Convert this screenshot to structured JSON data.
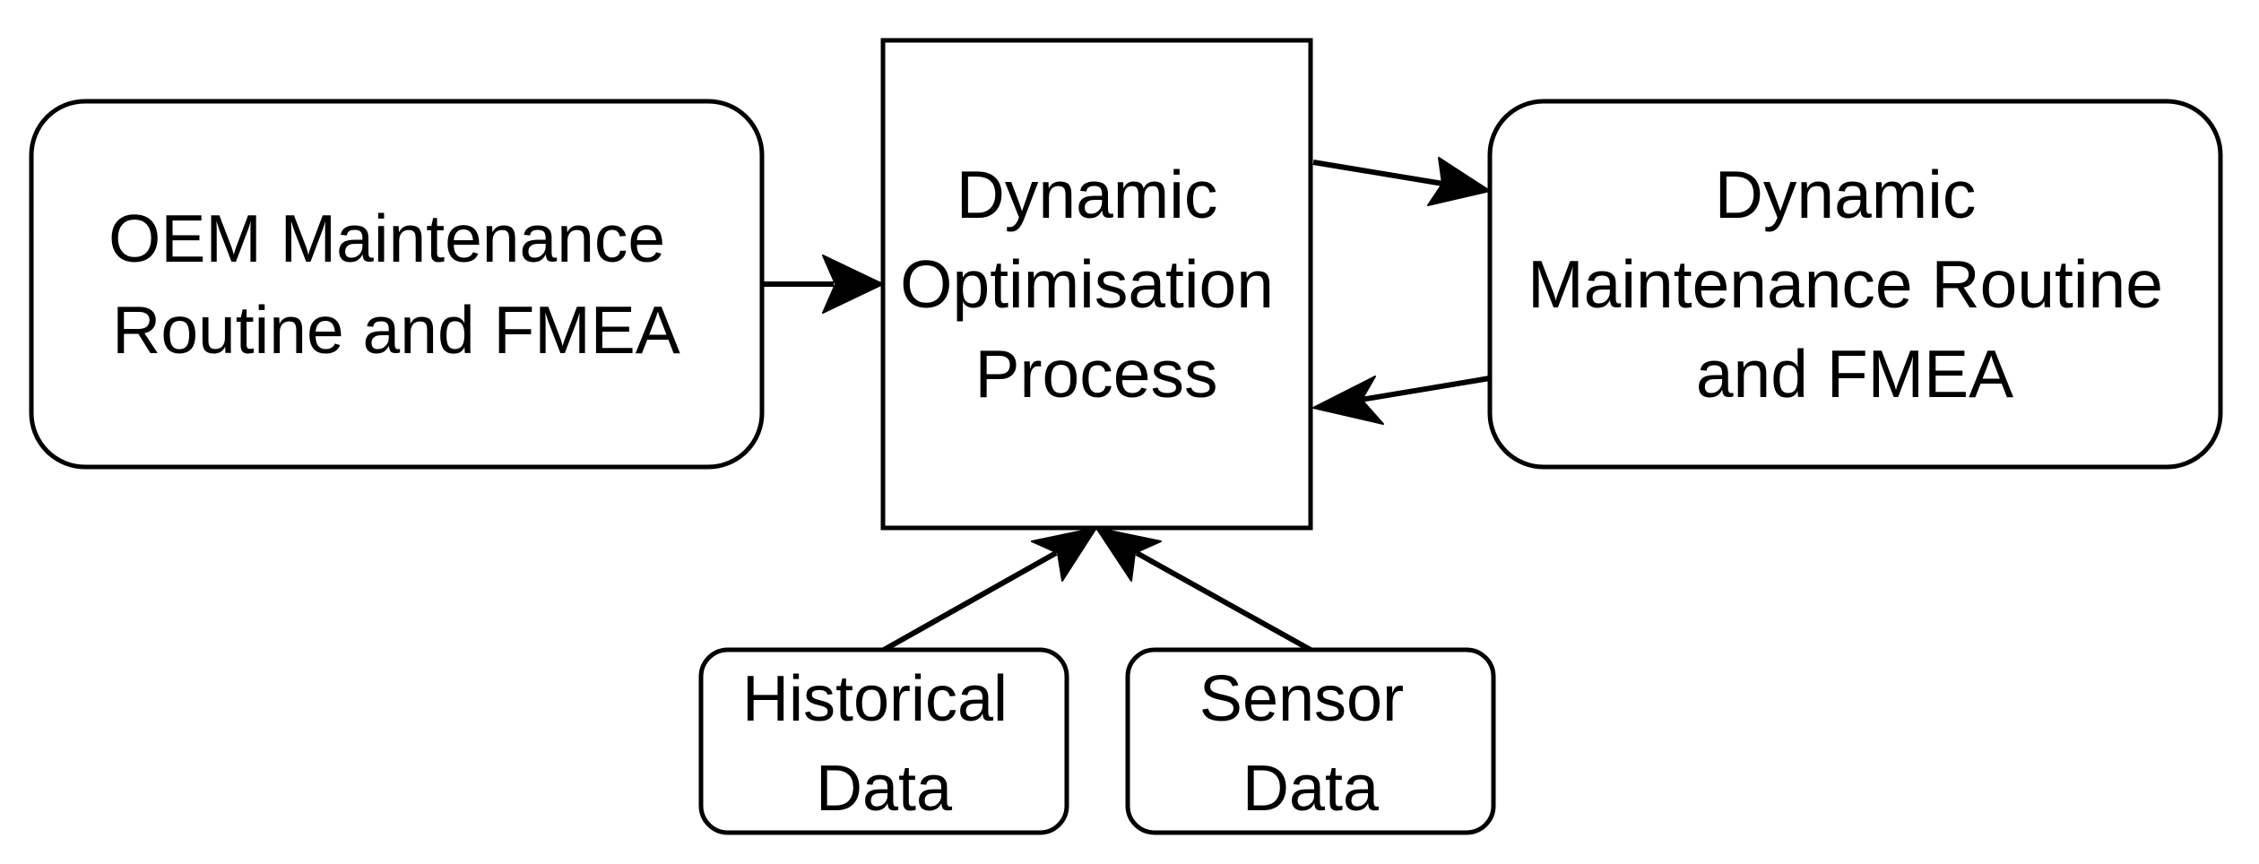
{
  "nodes": {
    "oem": {
      "lines": [
        "OEM Maintenance",
        "Routine and FMEA"
      ]
    },
    "process": {
      "lines": [
        "Dynamic",
        "Optimisation",
        "Process"
      ]
    },
    "dynamic": {
      "lines": [
        "Dynamic",
        "Maintenance Routine",
        "and FMEA"
      ]
    },
    "historical": {
      "lines": [
        "Historical",
        "Data"
      ]
    },
    "sensor": {
      "lines": [
        "Sensor",
        "Data"
      ]
    }
  },
  "edges": [
    {
      "from": "oem",
      "to": "process"
    },
    {
      "from": "process",
      "to": "dynamic"
    },
    {
      "from": "dynamic",
      "to": "process"
    },
    {
      "from": "historical",
      "to": "process"
    },
    {
      "from": "sensor",
      "to": "process"
    }
  ],
  "colors": {
    "stroke": "#000000",
    "fill": "#ffffff",
    "text": "#000000"
  }
}
